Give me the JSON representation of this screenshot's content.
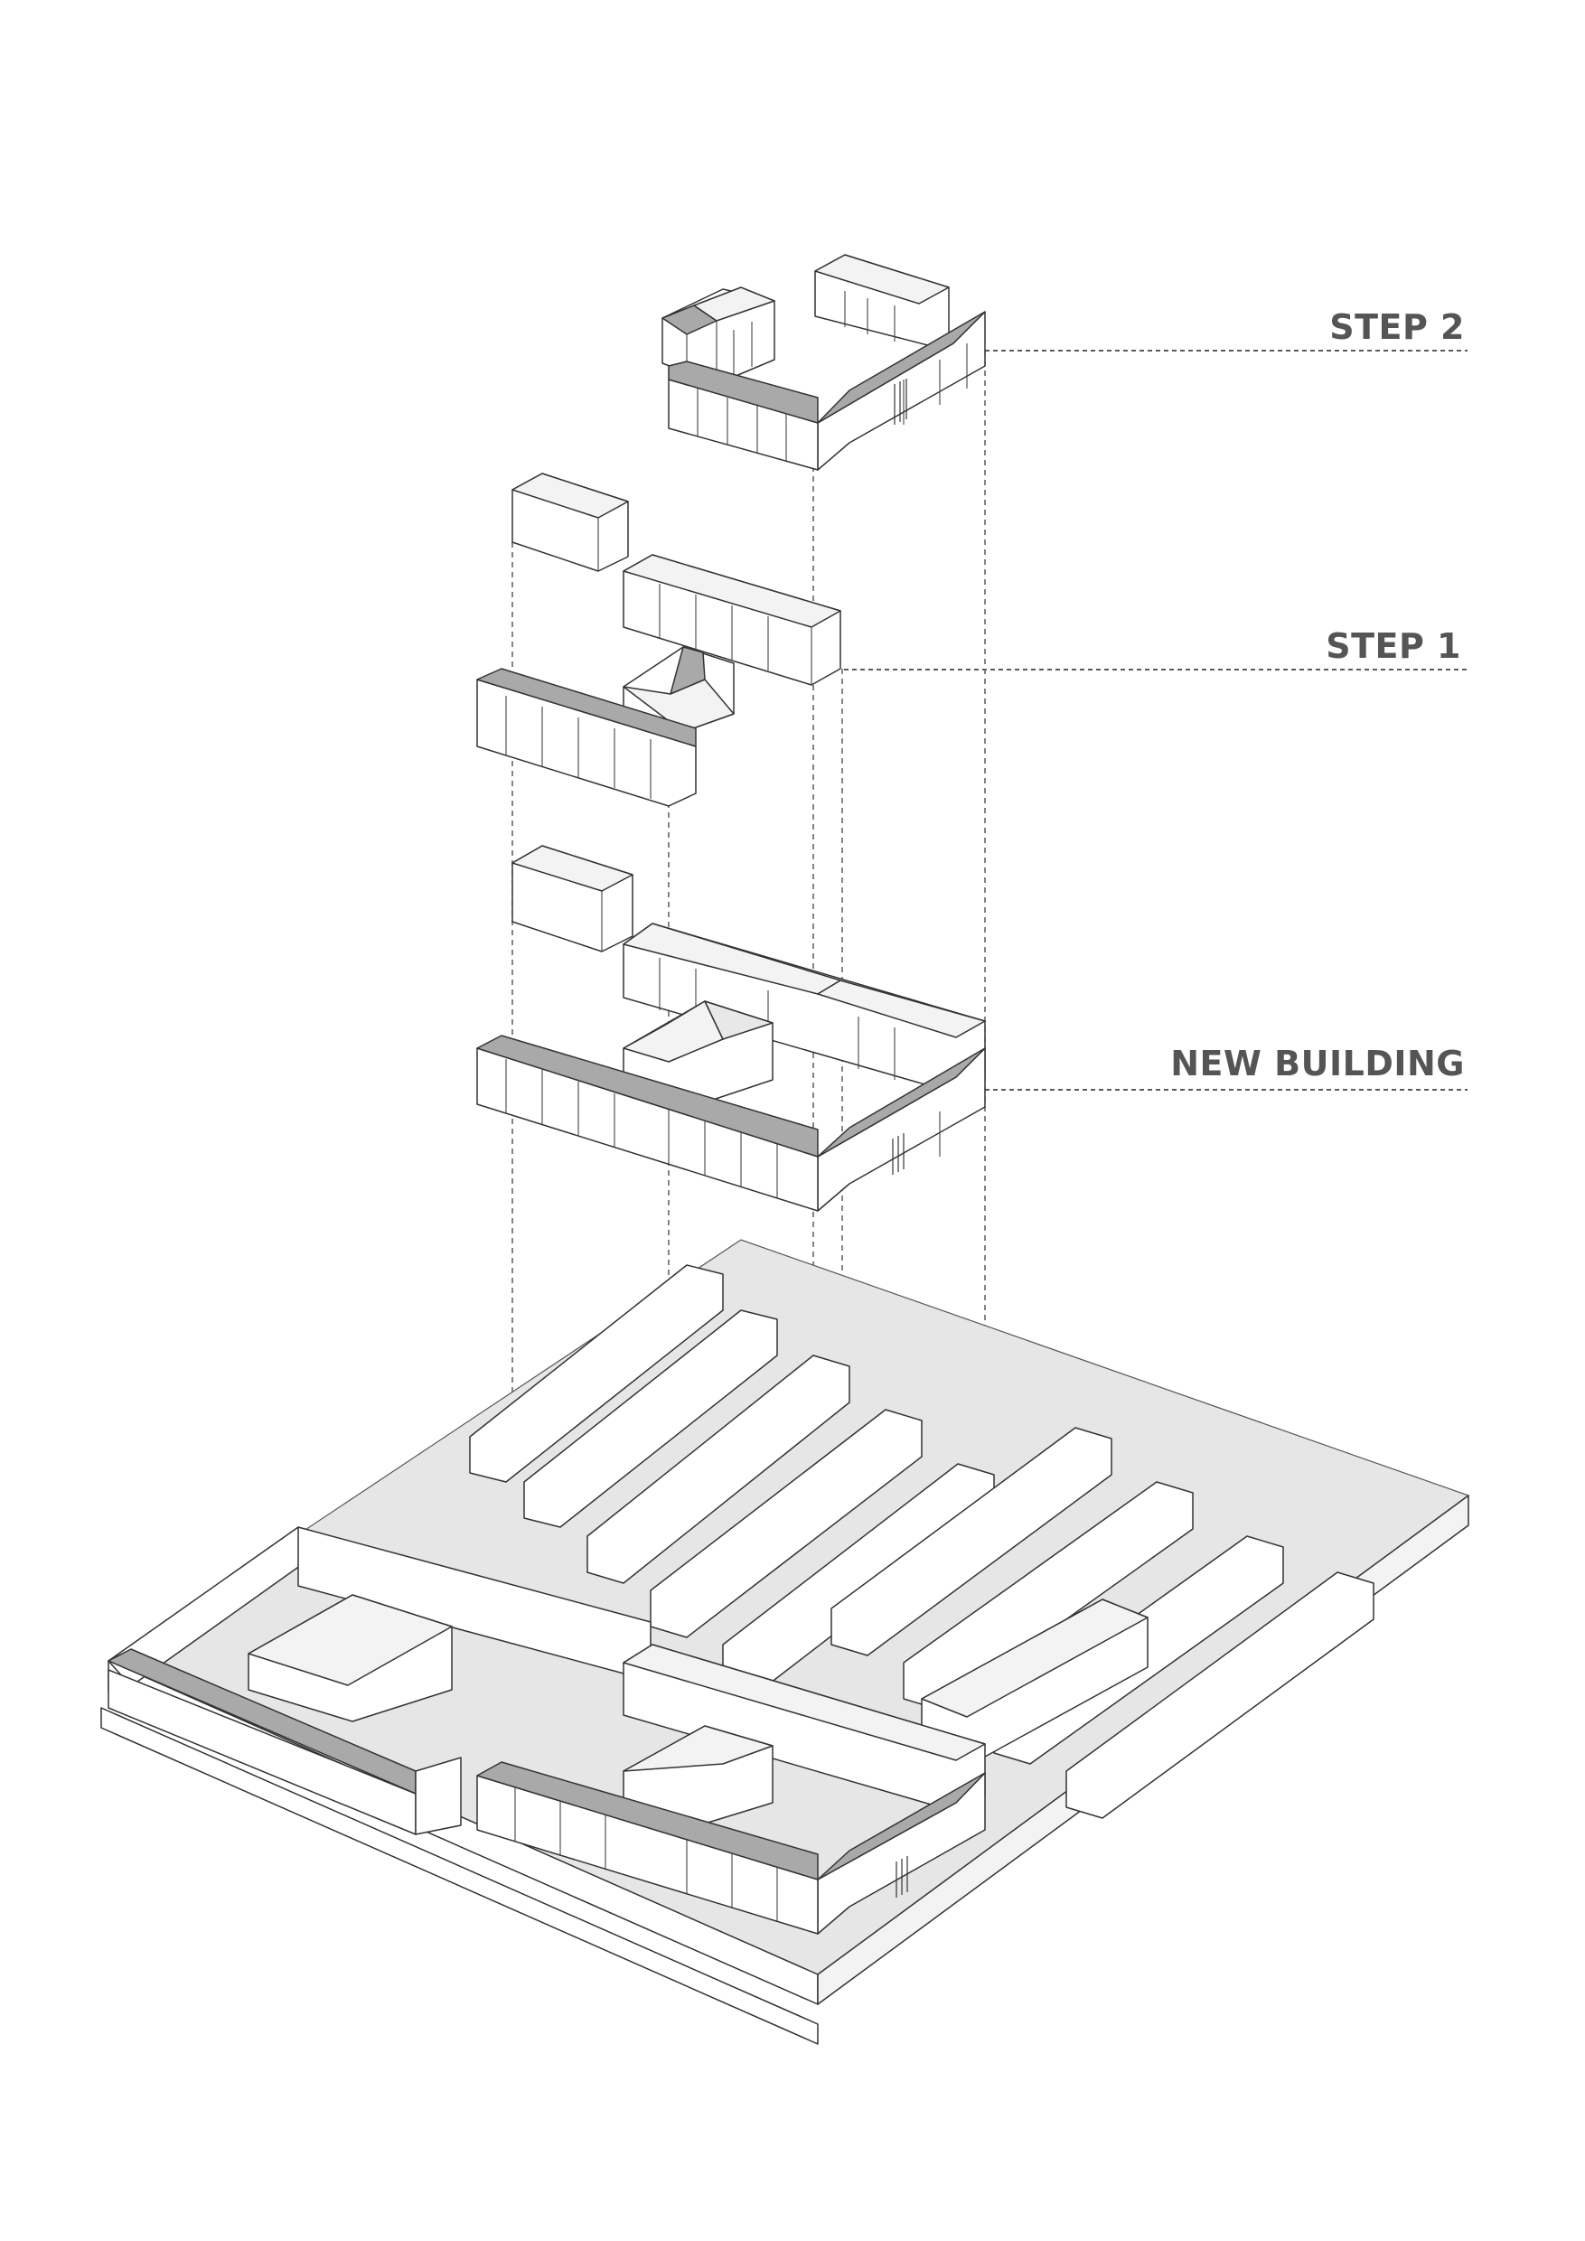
{
  "labels": {
    "step2": "STEP 2",
    "step1": "STEP 1",
    "new_building": "NEW BUILDING"
  },
  "colors": {
    "label_text": "#555555",
    "dark_roof": "#a9a9a9",
    "light_face": "#f3f3f3",
    "ground": "#e6e6e6",
    "line": "#333333"
  }
}
